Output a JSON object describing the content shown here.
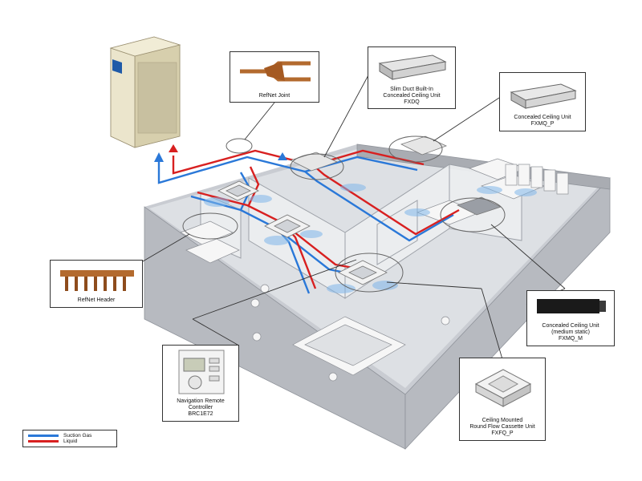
{
  "colors": {
    "suction": "#2a78d8",
    "liquid": "#d82020",
    "floor": "#d4d6da",
    "wall": "#b9bcc2"
  },
  "callouts": {
    "refnet_joint": {
      "title": "RefNet Joint"
    },
    "slim_duct": {
      "line1": "Slim Duct Built-In",
      "line2": "Concealed Ceiling Unit",
      "model": "FXDQ"
    },
    "concealed_p": {
      "line1": "Concealed Ceiling Unit",
      "model": "FXMQ_P"
    },
    "refnet_header": {
      "title": "RefNet Header"
    },
    "concealed_m": {
      "line1": "Concealed Ceiling Unit",
      "line2": "(medium static)",
      "model": "FXMQ_M"
    },
    "remote": {
      "line1": "Navigation Remote",
      "line2": "Controller",
      "model": "BRC1E72"
    },
    "cassette": {
      "line1": "Ceiling Mounted",
      "line2": "Round Flow Cassette Unit",
      "model": "FXFQ_P"
    }
  },
  "legend": {
    "suction": "Suction Gas",
    "liquid": "Liquid"
  }
}
